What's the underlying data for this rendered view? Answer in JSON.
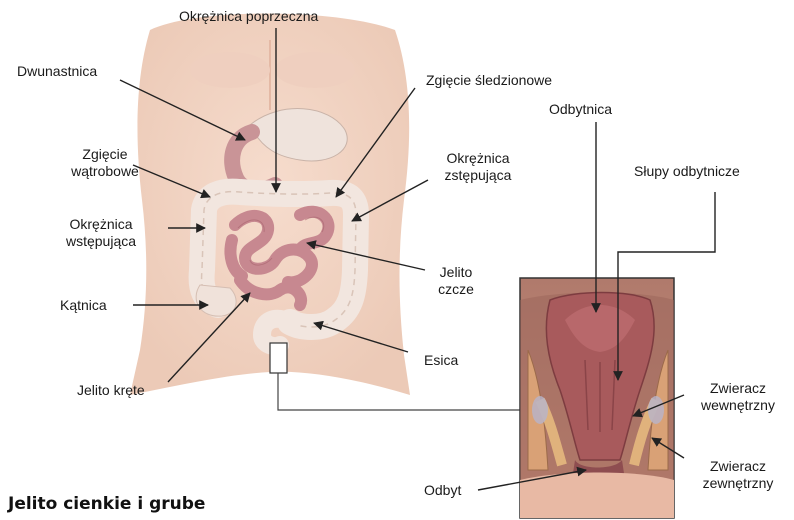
{
  "title": "Jelito cienkie i grube",
  "labels": {
    "transverse_colon": "Okrężnica poprzeczna",
    "duodenum": "Dwunastnica",
    "splenic_flexure": "Zgięcie śledzionowe",
    "rectum": "Odbytnica",
    "hepatic_flexure_1": "Zgięcie",
    "hepatic_flexure_2": "wątrobowe",
    "descending_colon_1": "Okrężnica",
    "descending_colon_2": "zstępująca",
    "anal_columns": "Słupy odbytnicze",
    "ascending_colon_1": "Okrężnica",
    "ascending_colon_2": "wstępująca",
    "jejunum_1": "Jelito",
    "jejunum_2": "czcze",
    "cecum": "Kątnica",
    "sigmoid": "Esica",
    "ileum": "Jelito kręte",
    "internal_sphincter_1": "Zwieracz",
    "internal_sphincter_2": "wewnętrzny",
    "external_sphincter_1": "Zwieracz",
    "external_sphincter_2": "zewnętrzny",
    "anus": "Odbyt"
  }
}
